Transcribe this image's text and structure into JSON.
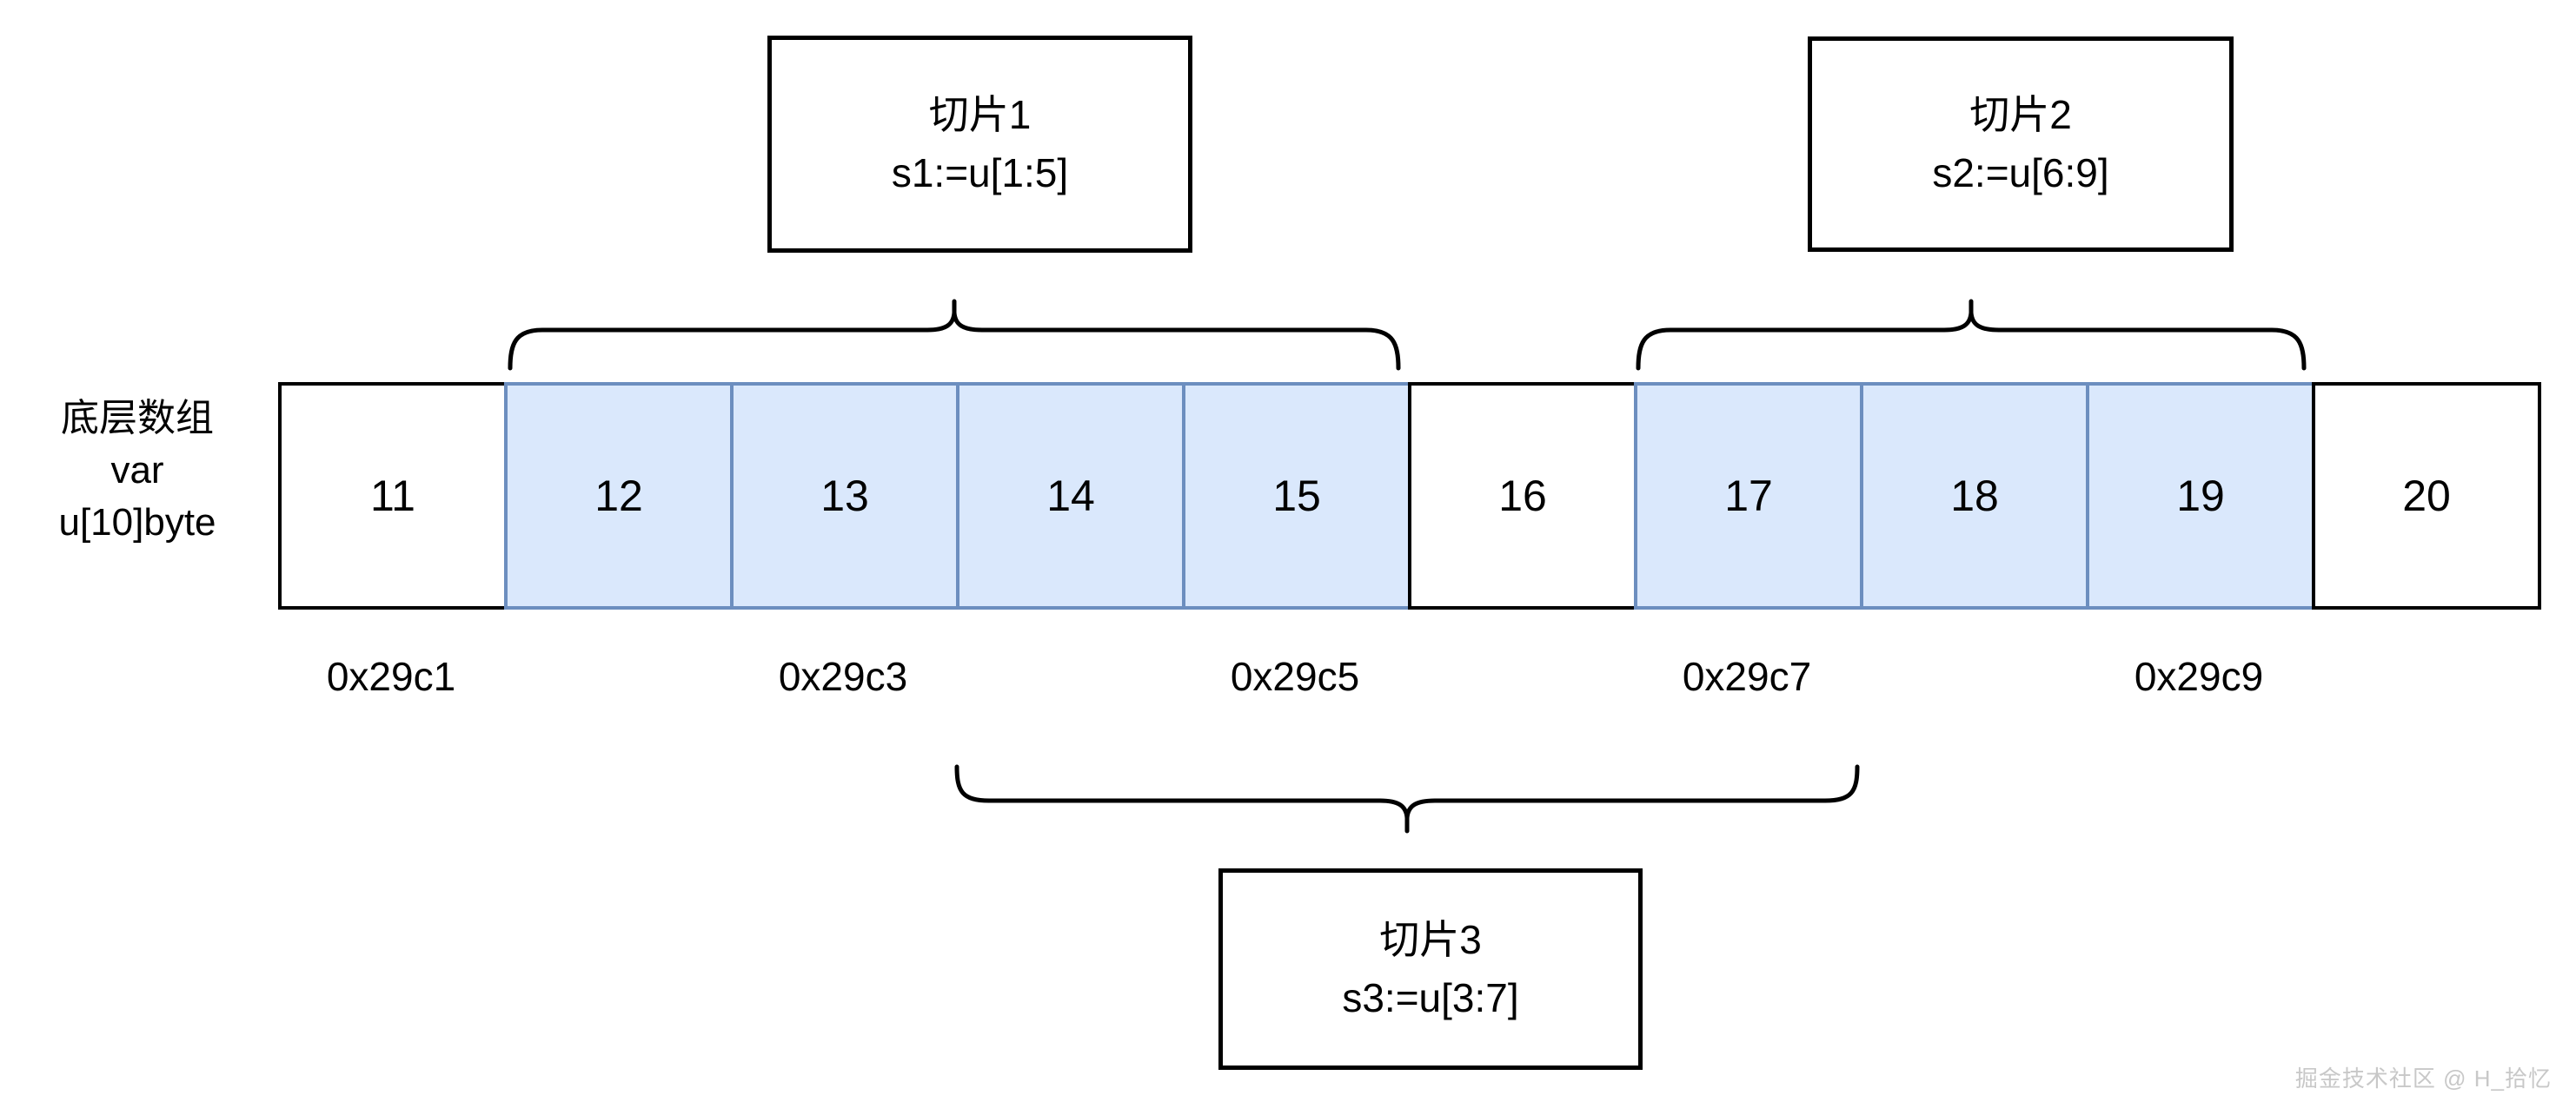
{
  "diagram": {
    "slice1": {
      "title": "切片1",
      "expr": "s1:=u[1:5]"
    },
    "slice2": {
      "title": "切片2",
      "expr": "s2:=u[6:9]"
    },
    "slice3": {
      "title": "切片3",
      "expr": "s3:=u[3:7]"
    },
    "array_label": {
      "line1": "底层数组",
      "line2": "var",
      "line3": "u[10]byte"
    },
    "cells": [
      {
        "value": "11",
        "in_slice": false
      },
      {
        "value": "12",
        "in_slice": true
      },
      {
        "value": "13",
        "in_slice": true
      },
      {
        "value": "14",
        "in_slice": true
      },
      {
        "value": "15",
        "in_slice": true
      },
      {
        "value": "16",
        "in_slice": false
      },
      {
        "value": "17",
        "in_slice": true
      },
      {
        "value": "18",
        "in_slice": true
      },
      {
        "value": "19",
        "in_slice": true
      },
      {
        "value": "20",
        "in_slice": false
      }
    ],
    "addresses": [
      "0x29c1",
      "0x29c3",
      "0x29c5",
      "0x29c7",
      "0x29c9"
    ],
    "watermark": "掘金技术社区 @ H_拾忆",
    "colors": {
      "slice_fill": "#dae8fc",
      "slice_border": "#6c8ebf",
      "line": "#000000",
      "watermark": "#c8c8c8"
    }
  }
}
